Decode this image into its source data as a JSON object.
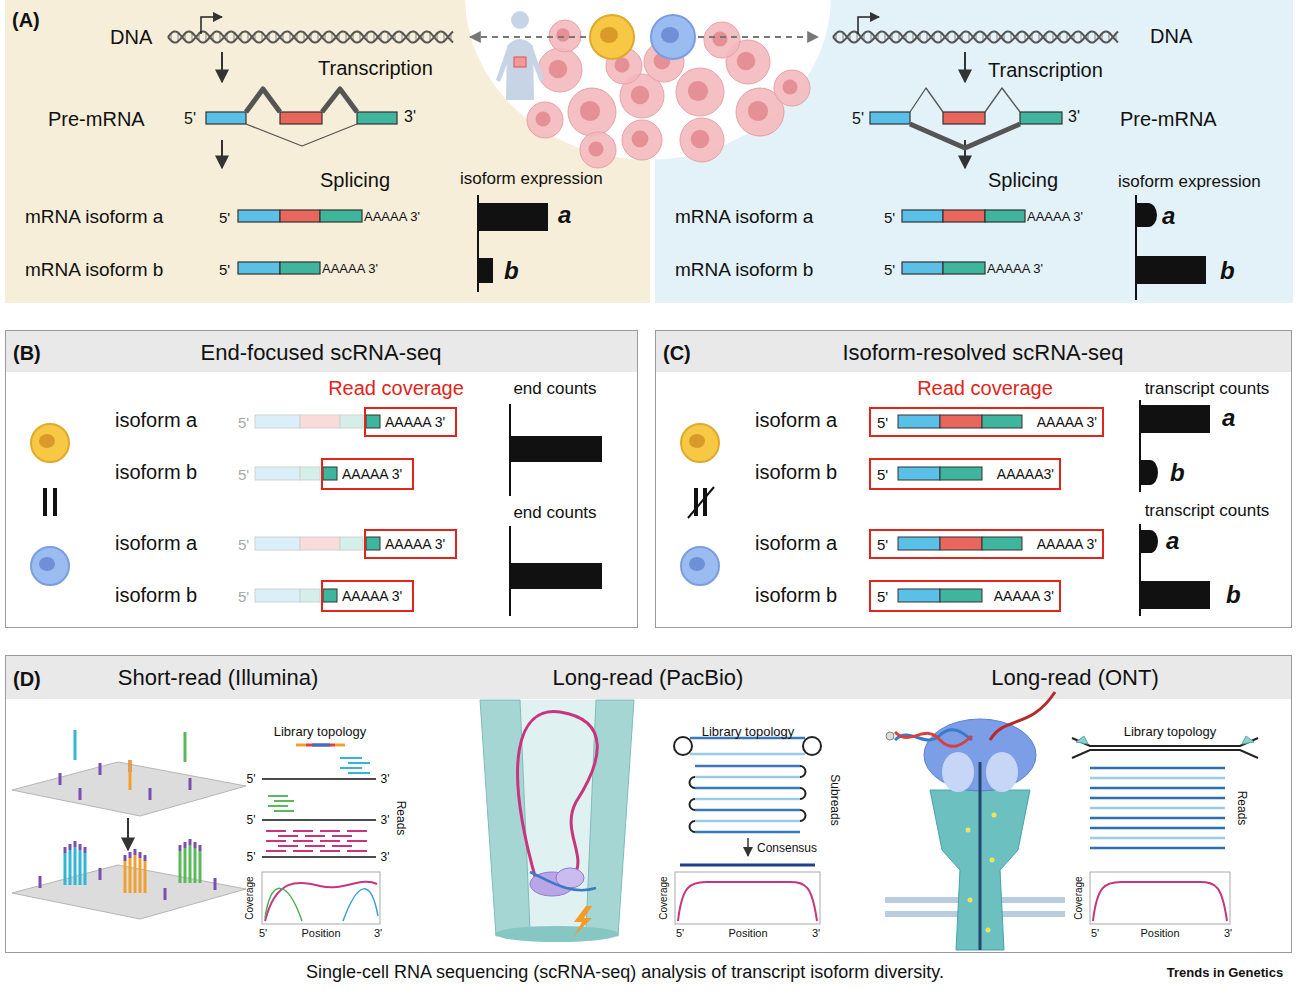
{
  "diagram": {
    "caption": "Single-cell RNA sequencing (scRNA-seq) analysis of transcript isoform diversity.",
    "nodes": [
      {
        "text": [
          "(A)"
        ]
      },
      {
        "text": [
          "(B)",
          "End-focused scRNA-seq"
        ]
      },
      {
        "text": [
          "AAAAA 3'"
        ],
        "in": 1
      },
      {
        "text": [
          "AAAAA 3'"
        ],
        "in": 1
      },
      {
        "text": [
          "AAAAA 3'"
        ],
        "in": 1
      },
      {
        "text": [
          "AAAAA 3'"
        ],
        "in": 1
      },
      {
        "text": [
          "(C)",
          "Isoform-resolved scRNA-seq"
        ]
      },
      {
        "text": [
          "5'",
          "AAAAA 3'"
        ],
        "in": 6
      },
      {
        "text": [
          "5'",
          "AAAAA3'"
        ],
        "in": 6
      },
      {
        "text": [
          "5'",
          "AAAAA 3'"
        ],
        "in": 6
      },
      {
        "text": [
          "5'",
          "AAAAA 3'"
        ],
        "in": 6
      },
      {
        "text": [
          "(D)"
        ]
      }
    ],
    "labels": [
      "DNA",
      "Transcription",
      "Pre-mRNA",
      "5'",
      "3'",
      "Splicing",
      "isoform expression",
      "mRNA isoform a",
      "5'",
      "AAAAA 3'",
      "a",
      "mRNA isoform b",
      "5'",
      "AAAAA 3'",
      "b",
      "DNA",
      "Transcription",
      "5'",
      "3'",
      "Pre-mRNA",
      "Splicing",
      "isoform expression",
      "mRNA isoform a",
      "5'",
      "AAAAA 3'",
      "a",
      "mRNA isoform b",
      "5'",
      "AAAAA 3'",
      "b",
      "Read coverage",
      "end counts",
      "isoform a",
      "5'",
      "isoform b",
      "5'",
      "end counts",
      "isoform a",
      "5'",
      "isoform b",
      "5'",
      "Read coverage",
      "transcript counts",
      "isoform a",
      "a",
      "isoform b",
      "b",
      "transcript counts",
      "isoform a",
      "a",
      "isoform b",
      "b",
      "Short-read (Illumina)",
      "Library topology",
      "5'",
      "3'",
      "5'",
      "3'",
      "5'",
      "3'",
      "Reads",
      "Coverage",
      "5'",
      "Position",
      "3'",
      "Long-read (PacBio)",
      "Library topology",
      "Subreads",
      "Consensus",
      "Coverage",
      "5'",
      "Position",
      "3'",
      "Long-read (ONT)",
      "Library topology",
      "Reads",
      "Coverage",
      "5'",
      "Position",
      "3'",
      "Trends in Genetics"
    ]
  }
}
